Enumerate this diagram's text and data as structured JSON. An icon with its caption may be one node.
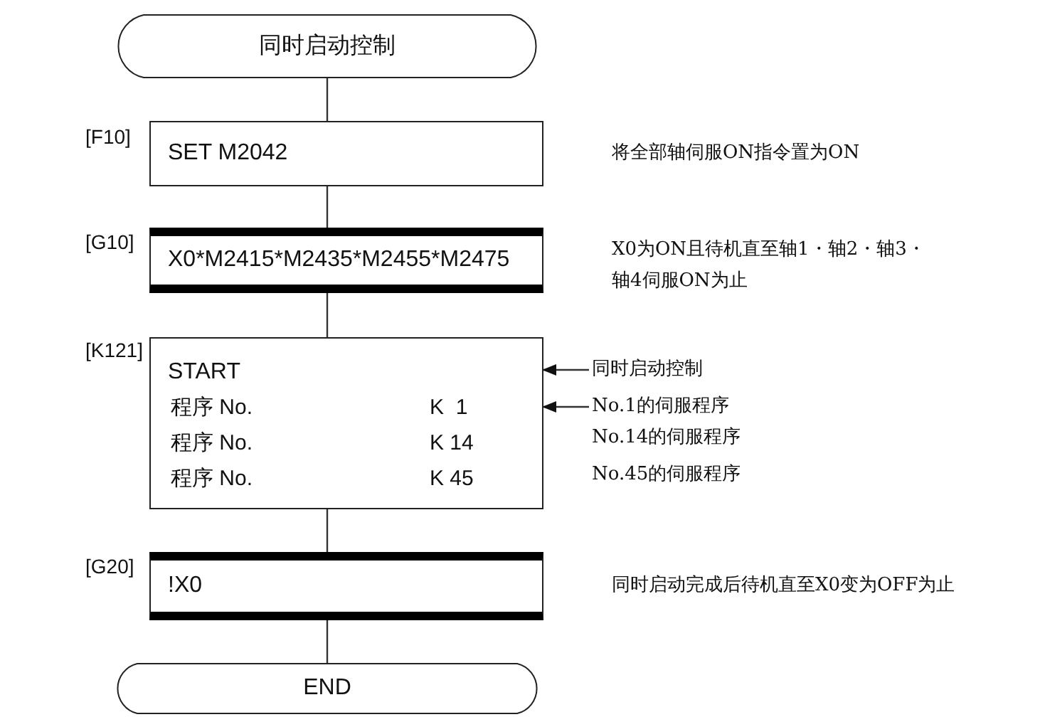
{
  "diagram": {
    "nodes": [
      {
        "text": [
          "同时启动控制"
        ]
      },
      {
        "text": [
          "SET M2042"
        ],
        "beside": [
          "[F10]",
          "将全部轴伺服ON指令置为ON"
        ]
      },
      {
        "text": [
          "X0*M2415*M2435*M2455*M2475"
        ],
        "beside": [
          "[G10]",
          "X0为ON且待机直至轴1・轴2・轴3・轴4伺服ON为止"
        ]
      },
      {
        "text": [
          "START",
          "程序 No.",
          "K  1",
          "程序 No.",
          "K 14",
          "程序 No.",
          "K 45"
        ],
        "beside": [
          "[K121]",
          "No.14的伺服程序",
          "No.45的伺服程序"
        ]
      },
      {
        "text": [
          "同时启动控制"
        ]
      },
      {
        "text": [
          "No.1的伺服程序"
        ]
      },
      {
        "text": [
          "!X0"
        ],
        "beside": [
          "[G20]",
          "同时启动完成后待机直至X0变为OFF为止"
        ]
      },
      {
        "text": [
          "END"
        ]
      }
    ],
    "edges": [
      {
        "from": 0,
        "to": 1,
        "arrow": "none"
      },
      {
        "from": 1,
        "to": 2,
        "arrow": "none"
      },
      {
        "from": 2,
        "to": 3,
        "arrow": "none"
      },
      {
        "from": 4,
        "to": 3,
        "arrow": "to"
      },
      {
        "from": 5,
        "to": 3,
        "arrow": "to"
      },
      {
        "from": 3,
        "to": 6,
        "arrow": "none"
      },
      {
        "from": 6,
        "to": 7,
        "arrow": "none"
      }
    ]
  }
}
